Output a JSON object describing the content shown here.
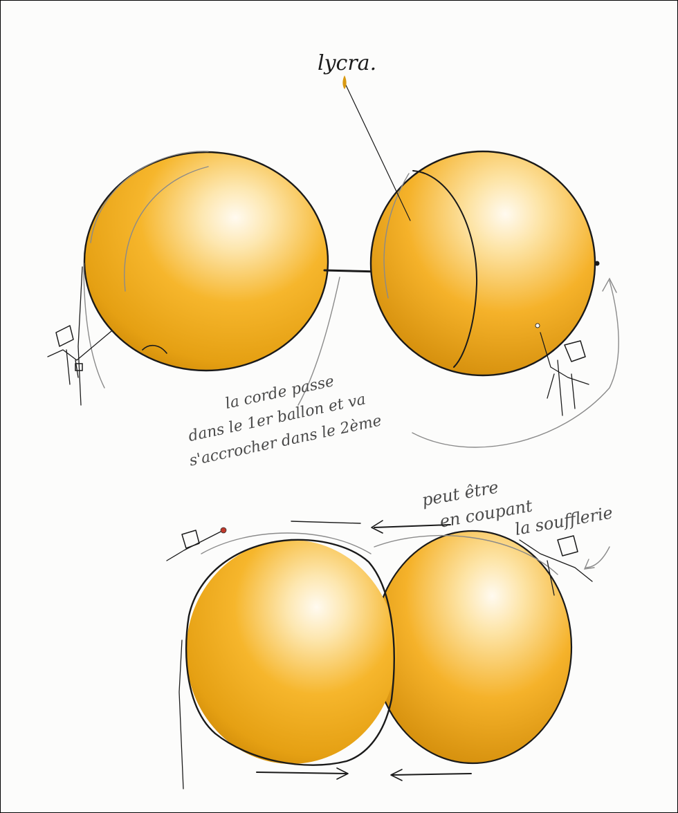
{
  "sketch": {
    "label_lycra": "lycra.",
    "note_corde": [
      "la corde passe",
      "dans le 1er ballon et va",
      "s'accrocher dans le 2ème"
    ],
    "note_peut_etre": [
      "peut être",
      "en coupant",
      "la soufflerie"
    ]
  },
  "colors": {
    "balloon_light": "#fff8e6",
    "balloon_mid": "#f6b62c",
    "balloon_dark": "#d9920a",
    "outline": "#1a1a1a",
    "pencil": "#8a8a8a"
  }
}
